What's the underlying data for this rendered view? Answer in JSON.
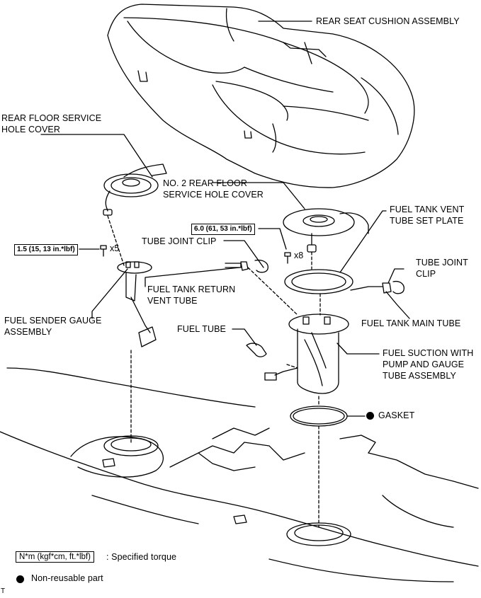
{
  "labels": {
    "rear_seat_cushion": "REAR SEAT CUSHION ASSEMBLY",
    "rear_floor_service_line1": "REAR FLOOR SERVICE",
    "rear_floor_service_line2": "HOLE COVER",
    "no2_rear_floor_line1": "NO. 2 REAR FLOOR",
    "no2_rear_floor_line2": "SERVICE HOLE COVER",
    "vent_plate_line1": "FUEL TANK VENT",
    "vent_plate_line2": "TUBE SET PLATE",
    "tube_joint_clip_left": "TUBE JOINT CLIP",
    "tube_joint_clip_right_line1": "TUBE JOINT",
    "tube_joint_clip_right_line2": "CLIP",
    "return_vent_line1": "FUEL TANK RETURN",
    "return_vent_line2": "VENT TUBE",
    "sender_gauge_line1": "FUEL SENDER GAUGE",
    "sender_gauge_line2": "ASSEMBLY",
    "fuel_tube": "FUEL TUBE",
    "main_tube": "FUEL TANK MAIN TUBE",
    "suction_line1": "FUEL SUCTION WITH",
    "suction_line2": "PUMP AND GAUGE",
    "suction_line3": "TUBE ASSEMBLY",
    "gasket": "GASKET"
  },
  "torques": {
    "left": "1.5 (15, 13 in.*lbf)",
    "right": "6.0 (61, 53 in.*lbf)",
    "left_qty": "x5",
    "right_qty": "x8"
  },
  "legend": {
    "torque_box": "N*m (kgf*cm, ft.*lbf)",
    "torque_text": ": Specified torque",
    "nonreusable_text": "Non-reusable part"
  },
  "corner_mark": "T"
}
